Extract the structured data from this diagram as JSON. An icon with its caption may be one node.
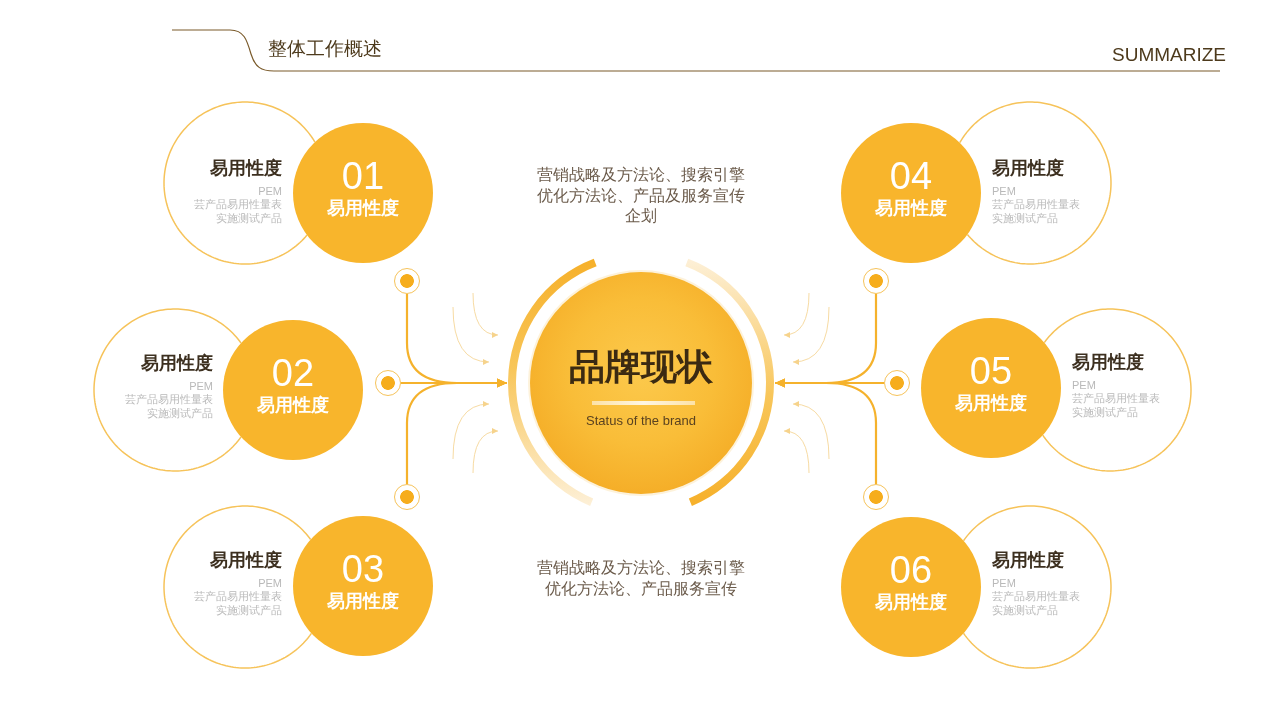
{
  "diagram": {
    "title": "整体工作概述",
    "nodes": [
      {
        "text": [
          "易用性度",
          "PEM",
          "芸产品易用性量表实施测试产品"
        ]
      },
      {
        "text": [
          "01",
          "易用性度"
        ]
      },
      {
        "text": [
          "易用性度",
          "PEM",
          "芸产品易用性量表实施测试产品"
        ]
      },
      {
        "text": [
          "02",
          "易用性度"
        ]
      },
      {
        "text": [
          "易用性度",
          "PEM",
          "芸产品易用性量表实施测试产品"
        ]
      },
      {
        "text": [
          "03",
          "易用性度"
        ]
      },
      {
        "text": [
          "04",
          "易用性度"
        ]
      },
      {
        "text": [
          "易用性度",
          "PEM",
          "芸产品易用性量表实施测试产品"
        ]
      },
      {
        "text": [
          "05",
          "易用性度"
        ]
      },
      {
        "text": [
          "易用性度",
          "PEM",
          "芸产品易用性量表实施测试产品"
        ]
      },
      {
        "text": [
          "06",
          "易用性度"
        ]
      },
      {
        "text": [
          "易用性度",
          "PEM",
          "芸产品易用性量表实施测试产品"
        ]
      },
      {
        "text": [
          "品牌现状",
          "Status of the brand"
        ]
      },
      {
        "text": [],
        "shape": "circle"
      },
      {
        "text": [],
        "shape": "circle"
      },
      {
        "text": [],
        "shape": "circle"
      },
      {
        "text": [],
        "shape": "circle"
      },
      {
        "text": [],
        "shape": "circle"
      },
      {
        "text": [],
        "shape": "circle"
      }
    ],
    "edges": [
      {
        "from": 13,
        "to": 12,
        "arrow": "to"
      },
      {
        "from": 14,
        "to": 12,
        "arrow": "to"
      },
      {
        "from": 15,
        "to": 12,
        "arrow": "to"
      },
      {
        "from": 16,
        "to": 12,
        "arrow": "to"
      },
      {
        "from": 17,
        "to": 12,
        "arrow": "to"
      },
      {
        "from": 18,
        "to": 12,
        "arrow": "to"
      }
    ],
    "labels": [
      "SUMMARIZE",
      "营销战略及方法论、搜索引擎优化方法论、产品及服务宣传企划",
      "营销战略及方法论、搜索引擎优化方法论、产品服务宣传"
    ]
  }
}
